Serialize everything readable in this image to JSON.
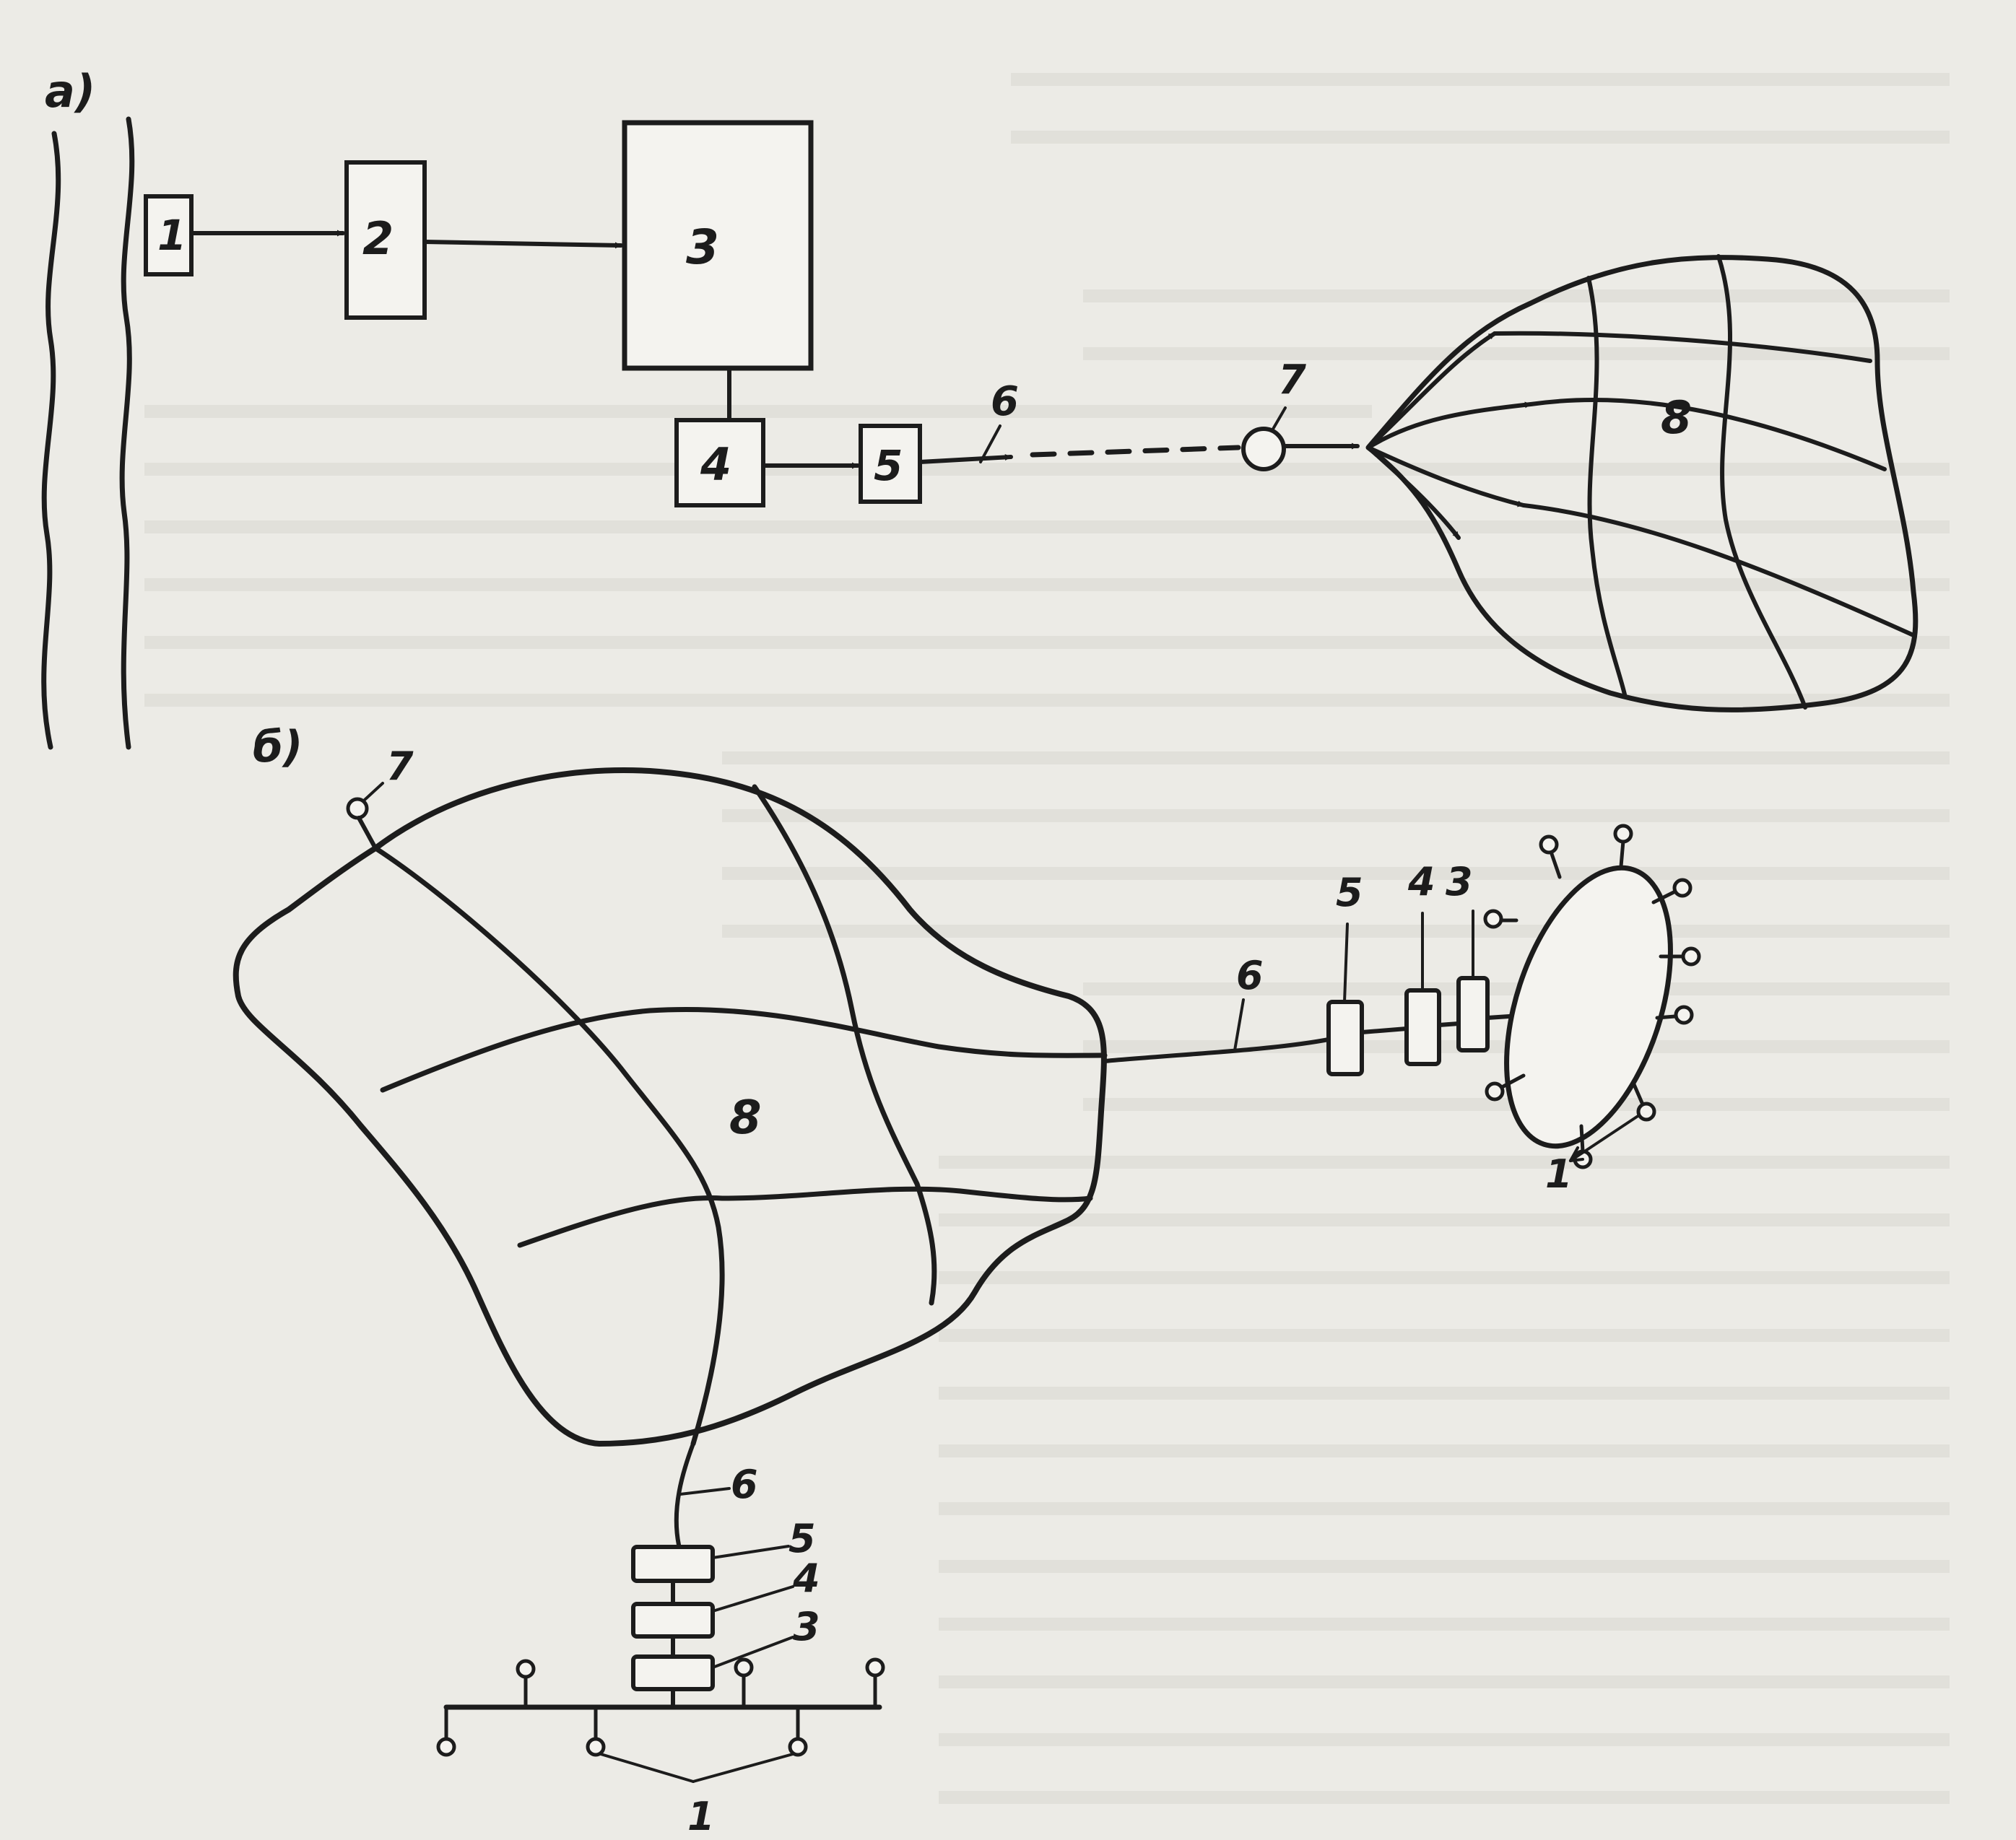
{
  "panel_a": {
    "label": "а)",
    "blocks": [
      "1",
      "2",
      "3",
      "4",
      "5"
    ],
    "line_label": "6",
    "terminal_label": "7",
    "network_label": "8"
  },
  "panel_b": {
    "label": "б)",
    "terminal_label": "7",
    "network_label": "8",
    "right_line_label": "6",
    "right_blocks": [
      "5",
      "4",
      "3"
    ],
    "right_terminals_label": "1",
    "bottom_line_label": "6",
    "bottom_blocks": [
      "5",
      "4",
      "3"
    ],
    "bottom_terminals_label": "1"
  }
}
